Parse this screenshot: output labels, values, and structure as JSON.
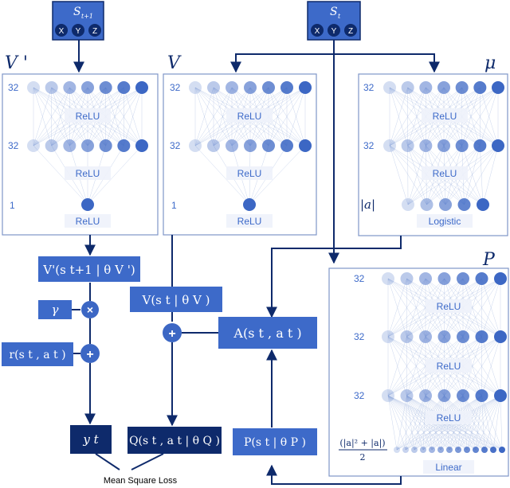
{
  "inputs": {
    "next_state": {
      "label": "S",
      "sub": "t+1",
      "coords": [
        "X",
        "Y",
        "Z"
      ]
    },
    "state": {
      "label": "S",
      "sub": "t",
      "coords": [
        "X",
        "Y",
        "Z"
      ]
    }
  },
  "networks": [
    {
      "id": "v-prime",
      "title": "V '",
      "layer_sizes": [
        "32",
        "32",
        "1"
      ],
      "activations": [
        "ReLU",
        "ReLU",
        "ReLU"
      ]
    },
    {
      "id": "v",
      "title": "V",
      "layer_sizes": [
        "32",
        "32",
        "1"
      ],
      "activations": [
        "ReLU",
        "ReLU",
        "ReLU"
      ]
    },
    {
      "id": "mu",
      "title": "μ",
      "layer_sizes": [
        "32",
        "32",
        "|a|"
      ],
      "activations": [
        "ReLU",
        "ReLU",
        "Logistic"
      ]
    },
    {
      "id": "p",
      "title": "P",
      "layer_sizes": [
        "32",
        "32",
        "32"
      ],
      "activations": [
        "ReLU",
        "ReLU",
        "ReLU",
        "Linear"
      ],
      "output_size": "(|a|² + |a|) / 2"
    }
  ],
  "formulas": {
    "v_prime": "V'(s t+1 | θ V ')",
    "gamma": "γ",
    "reward": "r(s t , a t )",
    "v_value": "V(s t | θ V )",
    "advantage": "A(s t , a t )",
    "target": "y t",
    "q_value": "Q(s t , a t | θ Q )",
    "p_matrix": "P(s t | θ P )",
    "p_output_num": "(|a|² + |a|)",
    "p_output_den": "2"
  },
  "operators": {
    "multiply": "×",
    "add_reward": "+",
    "add_advantage": "+"
  },
  "loss_label": "Mean Square Loss",
  "colors": {
    "dark_blue": "#0e2a6b",
    "box_blue": "#3d6ac9",
    "node_blue": "#3c67c4",
    "panel_border": "#7f96c8",
    "panel_fill": "#ffffff",
    "act_label_fill": "#eef2fb",
    "edge": "#9fb4de"
  }
}
